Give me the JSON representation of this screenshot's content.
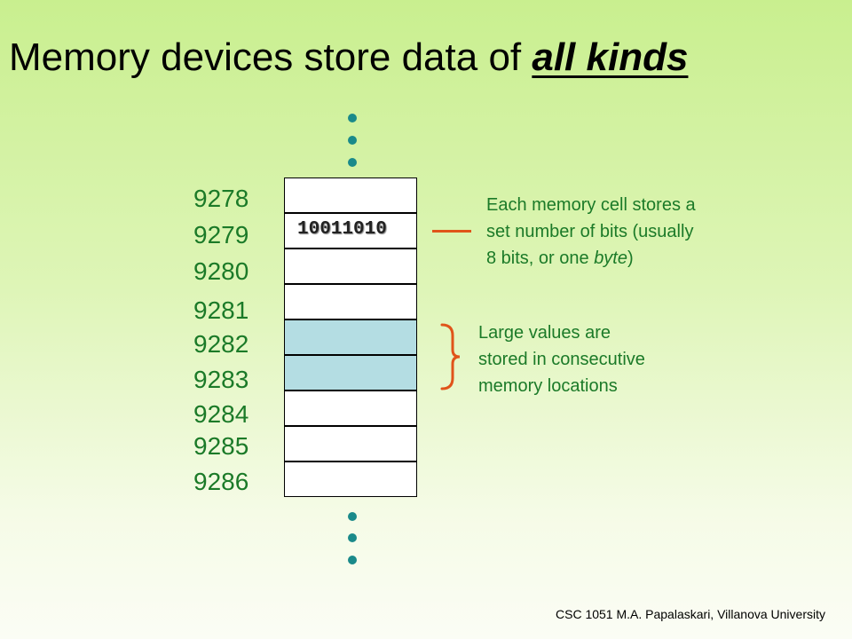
{
  "slide": {
    "title_prefix": "Memory devices store data of ",
    "title_emphasis": "all kinds",
    "footer": "CSC 1051 M.A. Papalaskari, Villanova University"
  },
  "memory": {
    "addresses": [
      "9278",
      "9279",
      "9280",
      "9281",
      "9282",
      "9283",
      "9284",
      "9285",
      "9286"
    ],
    "cell_value_9279": "10011010"
  },
  "notes": {
    "byte_note": {
      "line1": "Each memory cell stores a",
      "line2": "set number of bits (usually",
      "line3_before": "8 bits, or one ",
      "line3_italic": "byte",
      "line3_after": ")"
    },
    "large_values_note": {
      "line1": "Large values are",
      "line2": "stored in consecutive",
      "line3": "memory locations"
    }
  },
  "colors": {
    "address_text": "#1b7a28",
    "highlight_cell": "#b4dde3",
    "accent": "#e0541a",
    "ellipsis_dot": "#1a8a8a"
  }
}
